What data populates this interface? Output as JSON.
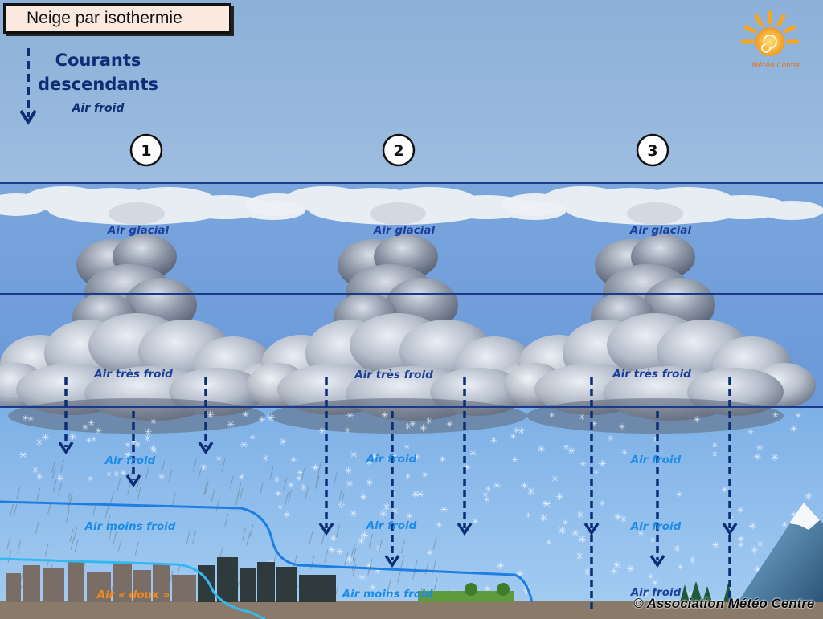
{
  "title": "Neige par isothermie",
  "legend": {
    "heading_line1": "Courants",
    "heading_line2": "descendants",
    "sub": "Air froid"
  },
  "logo": {
    "text": "Météo Centre",
    "icon": "sun-logo-icon"
  },
  "stages": [
    "1",
    "2",
    "3"
  ],
  "layer_labels": {
    "glacial": "Air glacial",
    "tres_froid": "Air très froid",
    "froid": "Air froid",
    "moins_froid": "Air moins froid",
    "doux": "Air « doux »"
  },
  "credit": "© Association Météo Centre",
  "colors": {
    "sky_top": "#8fb3d9",
    "sky_mid": "#6f9ddd",
    "lower_air": "#8dbcea",
    "layer_line": "#1a3a8c",
    "arrow": "#0d2e74",
    "warm_front": "#1f7fe0",
    "doux_text": "#f08a1e",
    "moins_froid_text": "#1e8ce6",
    "cold_text": "#1d3f9a"
  }
}
